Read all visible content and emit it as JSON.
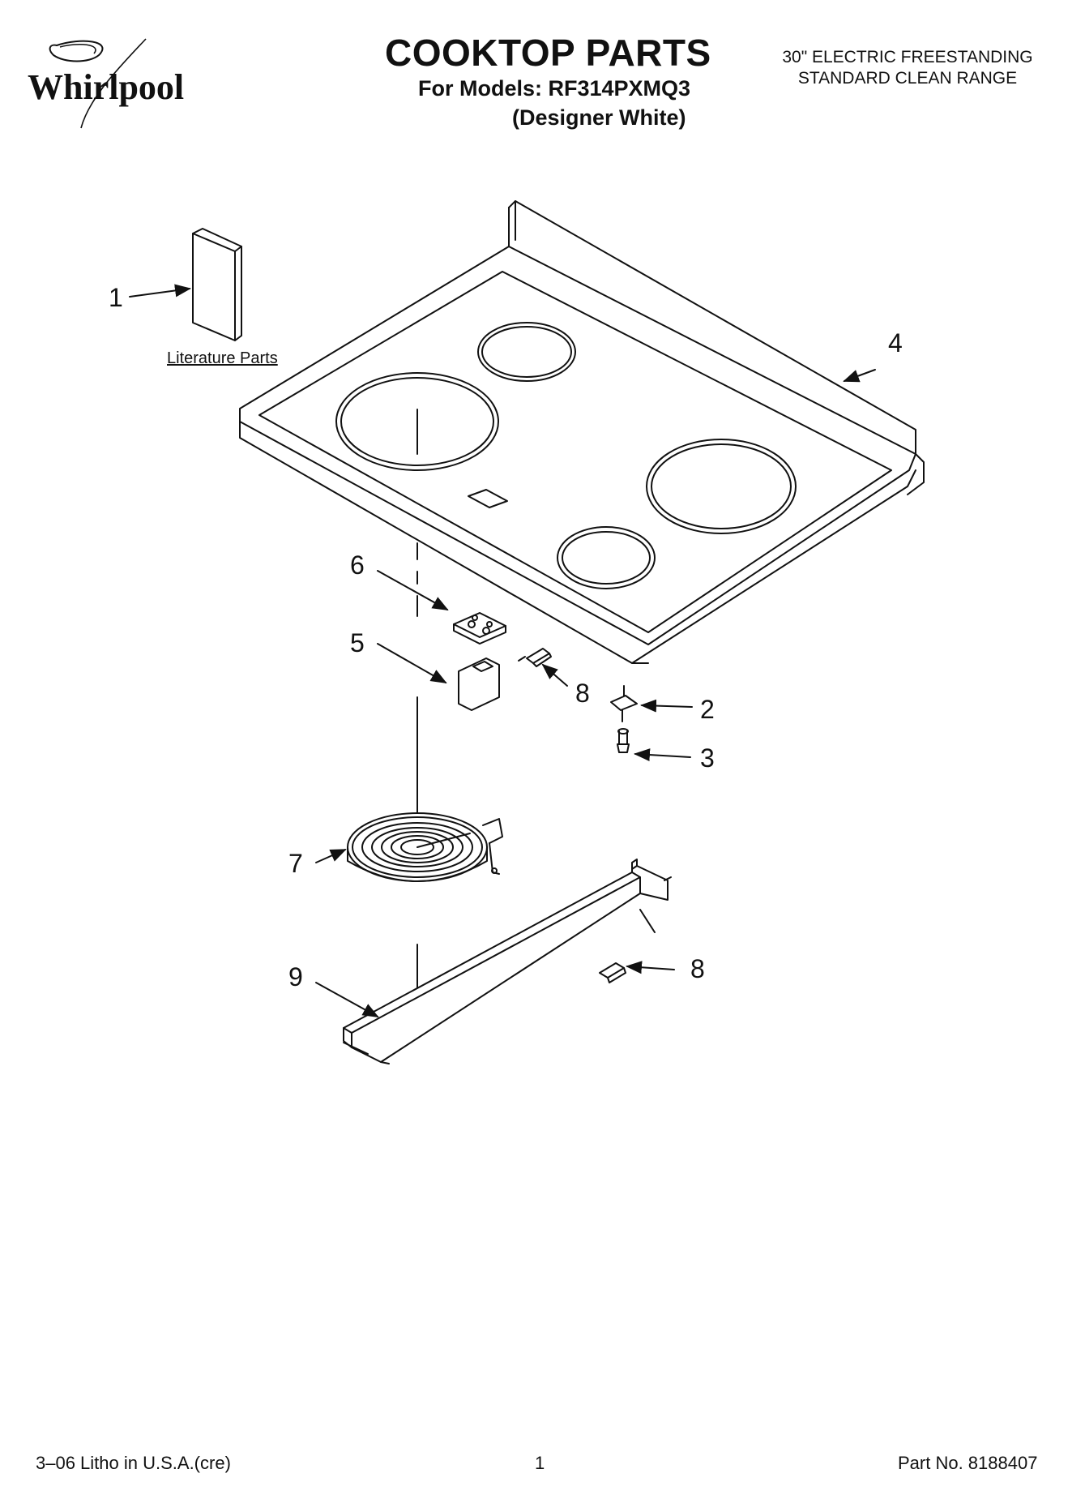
{
  "header": {
    "brand": "Whirlpool",
    "title": "COOKTOP PARTS",
    "models_line": "For Models: RF314PXMQ3",
    "color_line": "(Designer White)",
    "subtitle_line1": "30\" ELECTRIC FREESTANDING",
    "subtitle_line2": "STANDARD CLEAN RANGE"
  },
  "diagram": {
    "literature_label": "Literature Parts",
    "callouts": [
      "1",
      "2",
      "3",
      "4",
      "5",
      "6",
      "7",
      "8",
      "8",
      "9"
    ]
  },
  "footer": {
    "litho": "3–06 Litho in U.S.A.(cre)",
    "page": "1",
    "part_no": "Part No. 8188407"
  }
}
